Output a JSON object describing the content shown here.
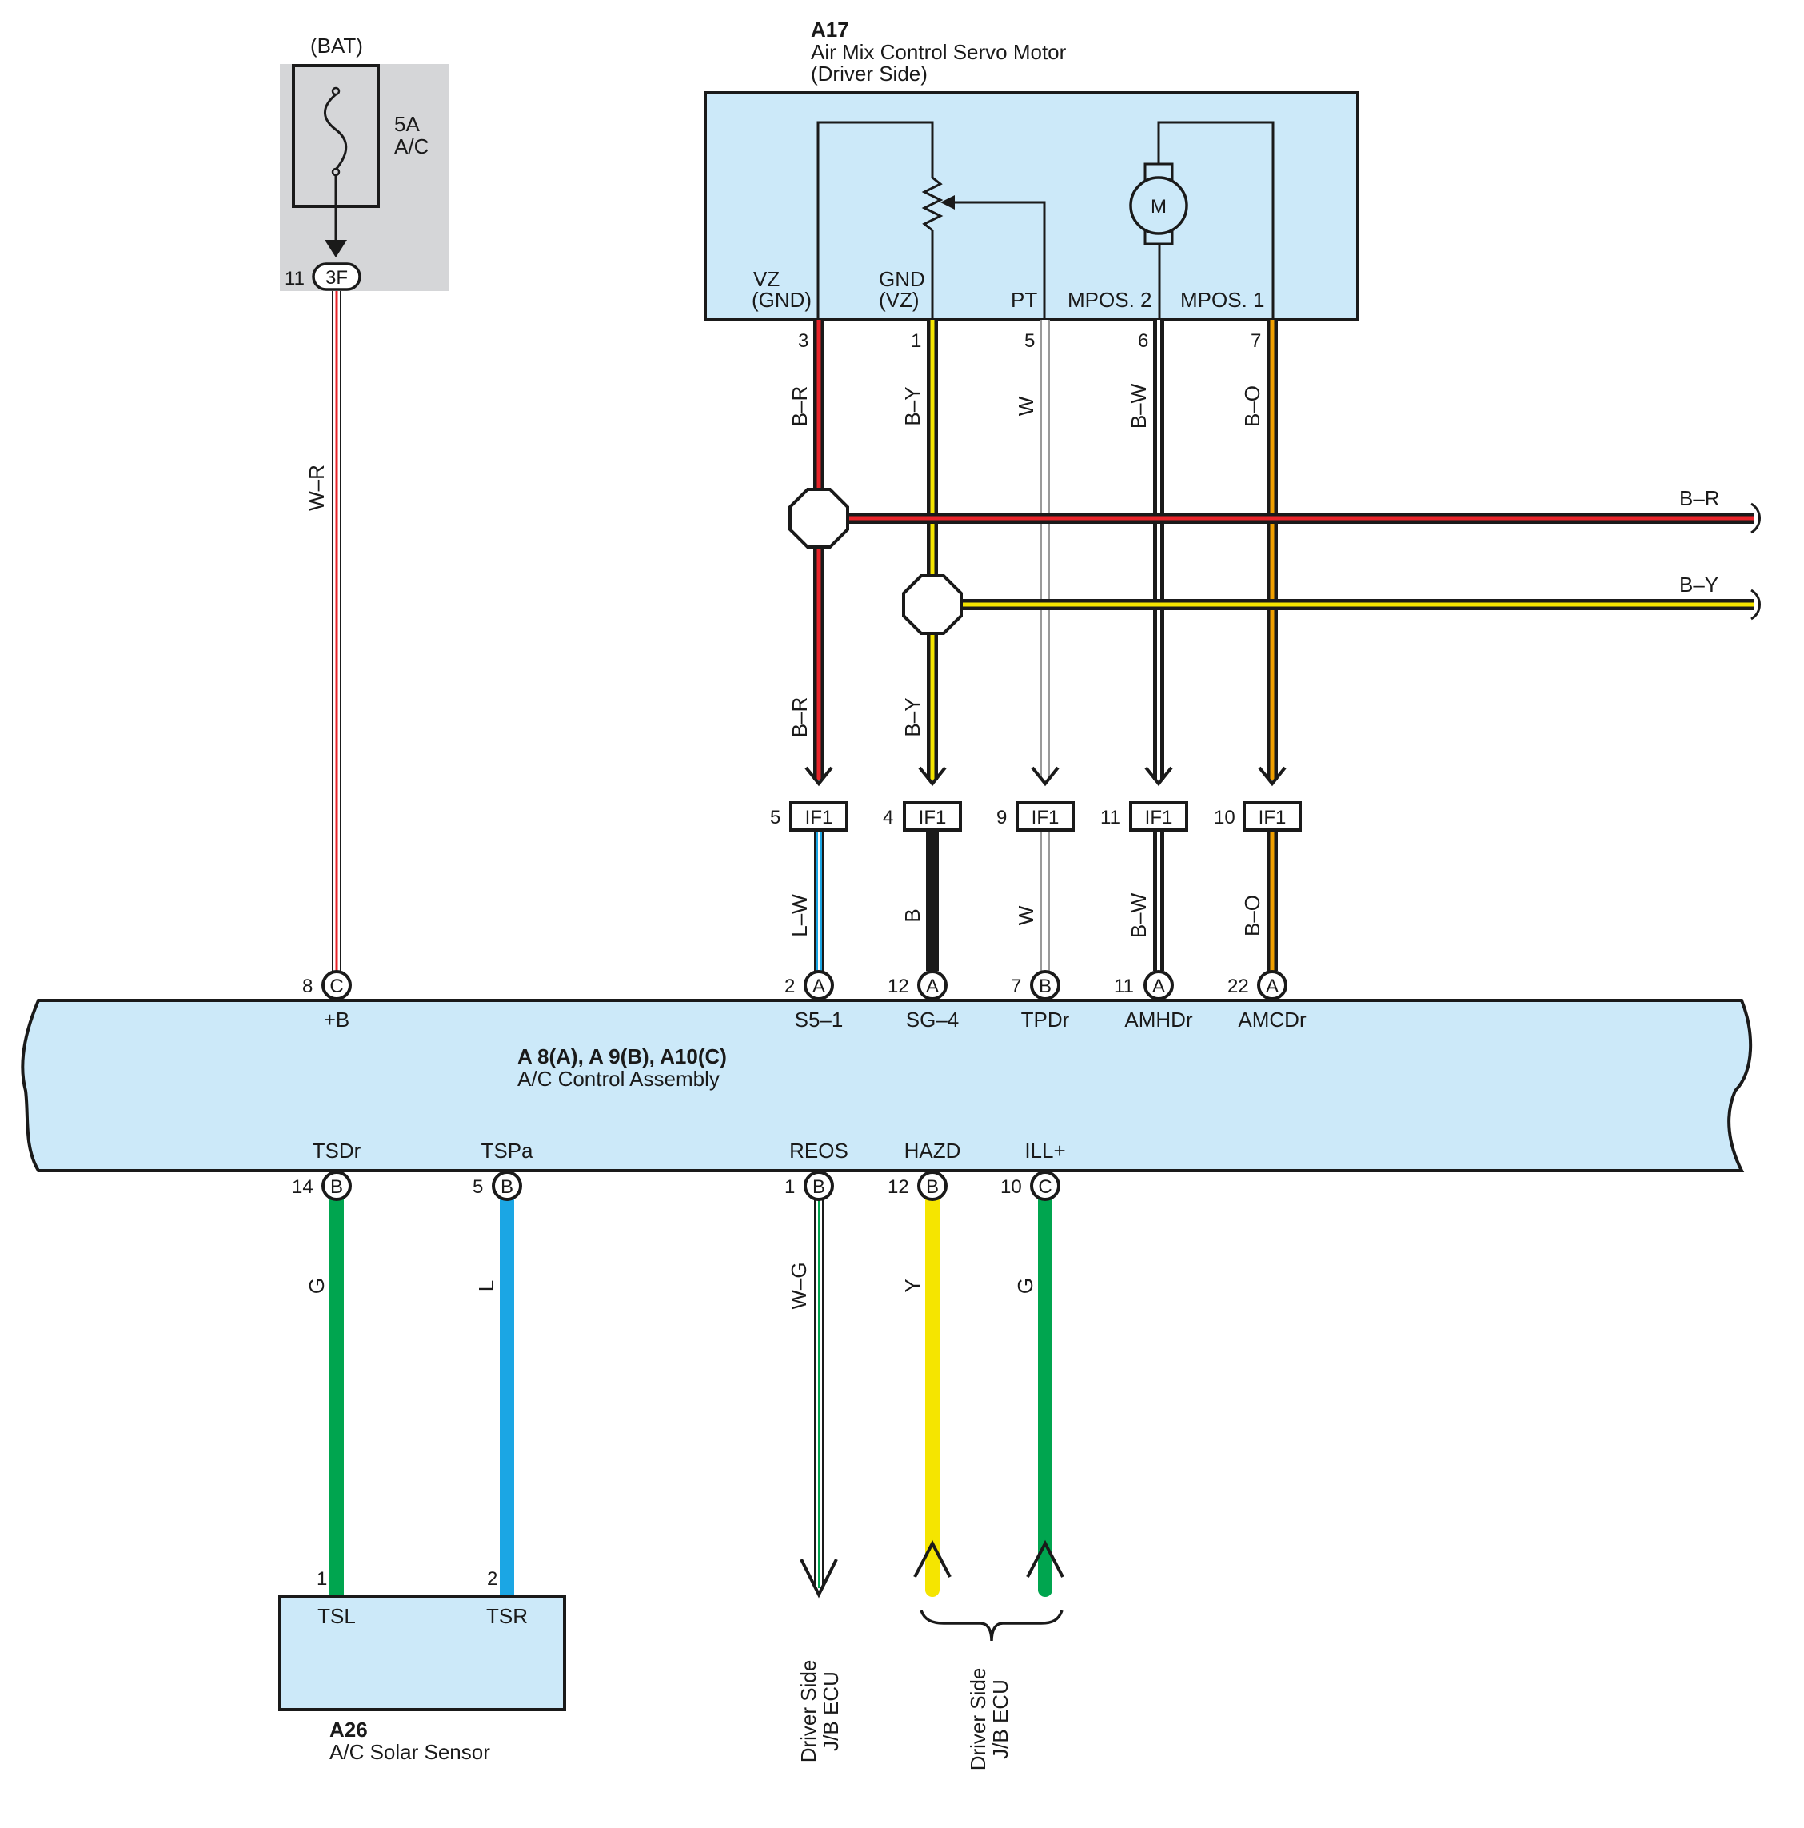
{
  "fuse": {
    "source": "(BAT)",
    "rating": "5A",
    "name": "A/C",
    "connector": "3F",
    "pin": "11"
  },
  "servo": {
    "code": "A17",
    "name": "Air Mix Control Servo Motor",
    "side": "(Driver Side)",
    "motor_symbol": "M",
    "terminals": [
      {
        "name1": "VZ",
        "name2": "(GND)",
        "pin": "3",
        "wire": "B–R",
        "color": "#e8252b",
        "stripe": "#1a1a1a"
      },
      {
        "name1": "GND",
        "name2": "(VZ)",
        "pin": "1",
        "wire": "B–Y",
        "color": "#f5e500",
        "stripe": "#1a1a1a"
      },
      {
        "name1": "PT",
        "name2": "",
        "pin": "5",
        "wire": "W",
        "color": "#ffffff",
        "stripe": "#9a9a9a"
      },
      {
        "name1": "MPOS. 2",
        "name2": "",
        "pin": "6",
        "wire": "B–W",
        "color": "#ffffff",
        "stripe": "#1a1a1a"
      },
      {
        "name1": "MPOS. 1",
        "name2": "",
        "pin": "7",
        "wire": "B–O",
        "color": "#f0a000",
        "stripe": "#1a1a1a"
      }
    ]
  },
  "splices": {
    "right_wire_top": "B–R",
    "right_wire_bottom": "B–Y"
  },
  "junction": {
    "name": "IF1",
    "connectors": [
      {
        "pin": "5",
        "upper_wire": "B–R",
        "lower_wire": "L–W"
      },
      {
        "pin": "4",
        "upper_wire": "B–Y",
        "lower_wire": "B"
      },
      {
        "pin": "9",
        "upper_wire": "",
        "lower_wire": "W"
      },
      {
        "pin": "11",
        "upper_wire": "",
        "lower_wire": "B–W"
      },
      {
        "pin": "10",
        "upper_wire": "",
        "lower_wire": "B–O"
      }
    ]
  },
  "assembly": {
    "code": "A 8(A), A 9(B), A10(C)",
    "name": "A/C Control Assembly",
    "top_terminals": [
      {
        "pin": "8",
        "conn": "C",
        "name": "+B",
        "wire": "W–R"
      },
      {
        "pin": "2",
        "conn": "A",
        "name": "S5–1"
      },
      {
        "pin": "12",
        "conn": "A",
        "name": "SG–4"
      },
      {
        "pin": "7",
        "conn": "B",
        "name": "TPDr"
      },
      {
        "pin": "11",
        "conn": "A",
        "name": "AMHDr"
      },
      {
        "pin": "22",
        "conn": "A",
        "name": "AMCDr"
      }
    ],
    "bottom_terminals": [
      {
        "pin": "14",
        "conn": "B",
        "name": "TSDr",
        "wire": "G"
      },
      {
        "pin": "5",
        "conn": "B",
        "name": "TSPa",
        "wire": "L"
      },
      {
        "pin": "1",
        "conn": "B",
        "name": "REOS",
        "wire": "W–G"
      },
      {
        "pin": "12",
        "conn": "B",
        "name": "HAZD",
        "wire": "Y"
      },
      {
        "pin": "10",
        "conn": "C",
        "name": "ILL+",
        "wire": "G"
      }
    ]
  },
  "sensor": {
    "code": "A26",
    "name": "A/C Solar Sensor",
    "terminals": [
      {
        "pin": "1",
        "name": "TSL"
      },
      {
        "pin": "2",
        "name": "TSR"
      }
    ]
  },
  "destinations": {
    "reos_line1": "Driver Side",
    "reos_line2": "J/B ECU",
    "hazd_line1": "Driver Side",
    "hazd_line2": "J/B ECU"
  },
  "colors": {
    "component_fill": "#cce9f9",
    "fuse_box_fill": "#d5d6d8",
    "red": "#e8252b",
    "yellow": "#f5e500",
    "orange": "#f0a000",
    "blue": "#1ba6e4",
    "green": "#00a54f",
    "black": "#1a1a1a"
  }
}
